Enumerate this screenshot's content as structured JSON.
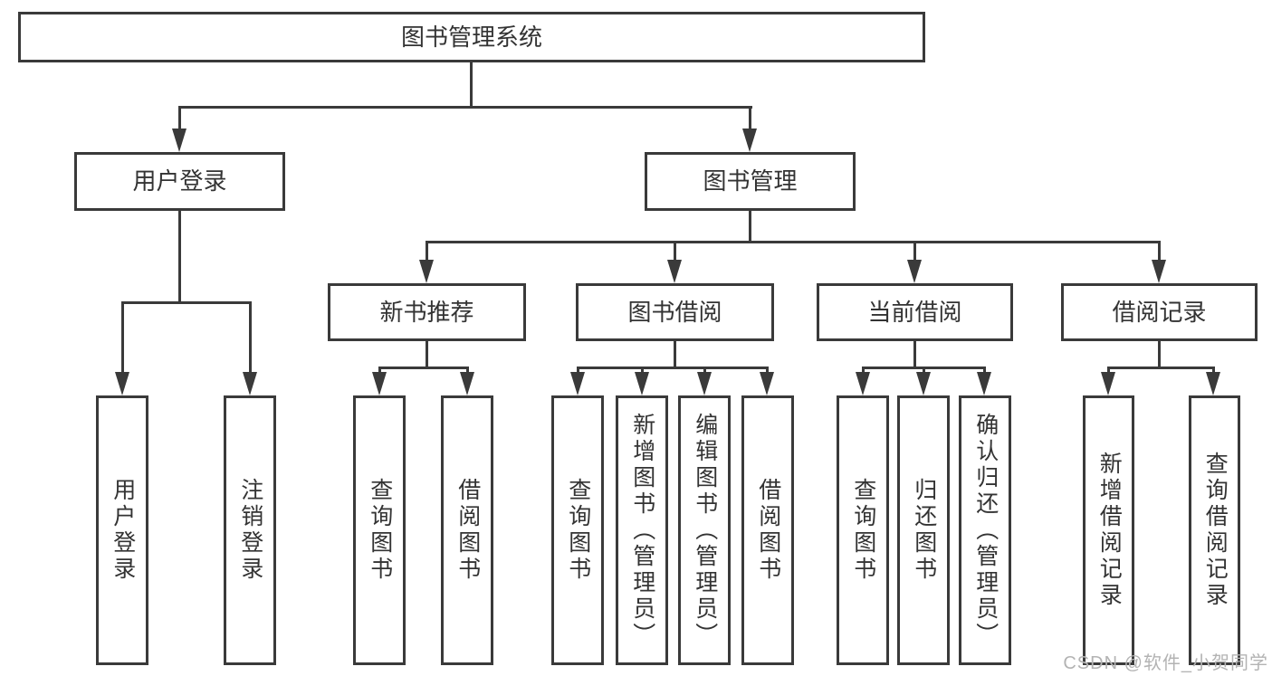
{
  "diagram_title": "图书管理系统",
  "tree": {
    "root": {
      "label": "图书管理系统"
    },
    "level2": [
      {
        "label": "用户登录",
        "children": [
          "用户登录",
          "注销登录"
        ]
      },
      {
        "label": "图书管理"
      }
    ],
    "level3": [
      {
        "label": "新书推荐",
        "children": [
          "查询图书",
          "借阅图书"
        ]
      },
      {
        "label": "图书借阅",
        "children": [
          "查询图书",
          "新增图书（管理员）",
          "编辑图书（管理员）",
          "借阅图书"
        ]
      },
      {
        "label": "当前借阅",
        "children": [
          "查询图书",
          "归还图书",
          "确认归还（管理员）"
        ]
      },
      {
        "label": "借阅记录",
        "children": [
          "新增借阅记录",
          "查询借阅记录"
        ]
      }
    ]
  },
  "watermark": "CSDN @软件_小贺同学",
  "colors": {
    "line": "#3a3a3a",
    "text": "#333333",
    "watermark": "#b3b3b3",
    "background": "#ffffff"
  }
}
